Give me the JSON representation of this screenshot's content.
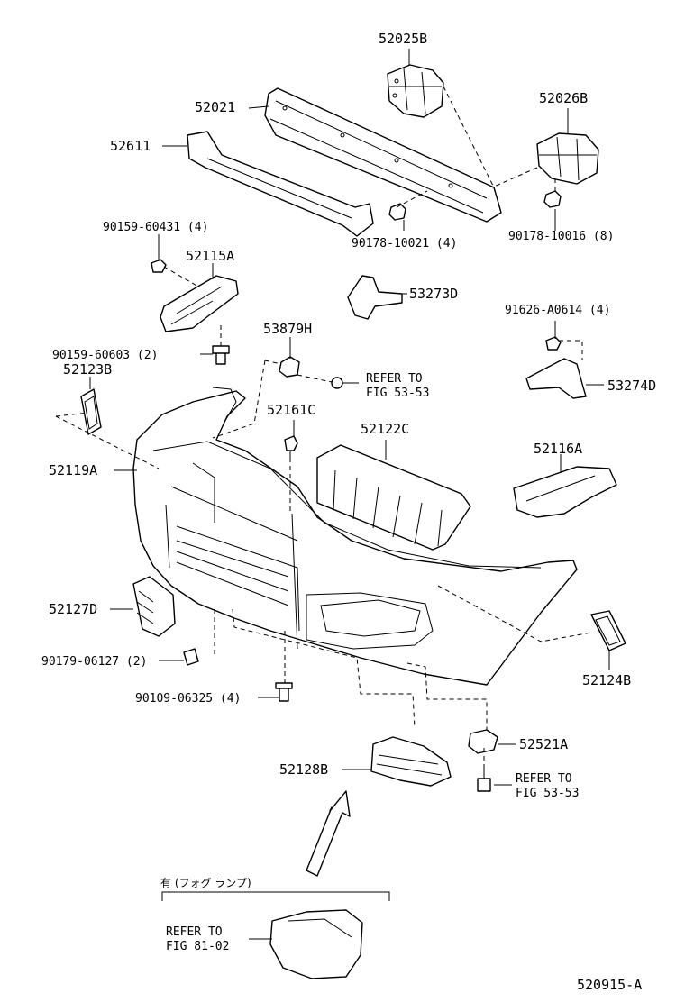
{
  "labels": {
    "p52025B": "52025B",
    "p52021": "52021",
    "p52026B": "52026B",
    "p52611": "52611",
    "p90159_60431": "90159-60431 (4)",
    "p52115A": "52115A",
    "p90178_10021": "90178-10021 (4)",
    "p90178_10016": "90178-10016 (8)",
    "p53273D": "53273D",
    "p91626_A0614": "91626-A0614 (4)",
    "p90159_60603": "90159-60603 (2)",
    "p53879H": "53879H",
    "refer_53_top_1": "REFER TO",
    "refer_53_top_2": "FIG 53-53",
    "p52123B": "52123B",
    "p53274D": "53274D",
    "p52161C": "52161C",
    "p52122C": "52122C",
    "p52116A": "52116A",
    "p52119A": "52119A",
    "p52127D": "52127D",
    "p90179_06127": "90179-06127 (2)",
    "p52124B": "52124B",
    "p90109_06325": "90109-06325 (4)",
    "p52521A": "52521A",
    "p52128B": "52128B",
    "refer_53_bot_1": "REFER TO",
    "refer_53_bot_2": "FIG 53-53",
    "option_note": "有 (フォグ ランプ)",
    "refer_81_1": "REFER TO",
    "refer_81_2": "FIG 81-02",
    "figure_id": "520915-A"
  }
}
